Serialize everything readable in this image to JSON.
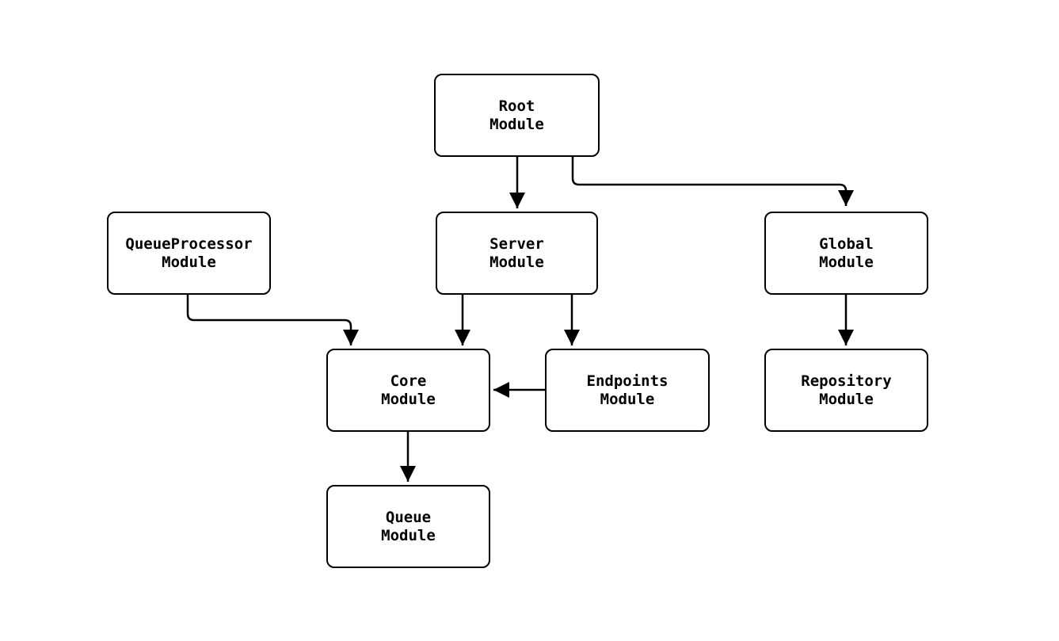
{
  "diagram": {
    "type": "flowchart",
    "background_color": "#ffffff",
    "node_fill_color": "#ffffff",
    "stroke_color": "#000000",
    "nodes": {
      "root": {
        "label": "Root\nModule"
      },
      "queue_processor": {
        "label": "QueueProcessor\nModule"
      },
      "server": {
        "label": "Server\nModule"
      },
      "global": {
        "label": "Global\nModule"
      },
      "core": {
        "label": "Core\nModule"
      },
      "endpoints": {
        "label": "Endpoints\nModule"
      },
      "repository": {
        "label": "Repository\nModule"
      },
      "queue": {
        "label": "Queue\nModule"
      }
    },
    "edges": [
      {
        "from": "Root Module",
        "to": "Server Module"
      },
      {
        "from": "Root Module",
        "to": "Global Module"
      },
      {
        "from": "QueueProcessor Module",
        "to": "Core Module"
      },
      {
        "from": "Server Module",
        "to": "Core Module"
      },
      {
        "from": "Server Module",
        "to": "Endpoints Module"
      },
      {
        "from": "Endpoints Module",
        "to": "Core Module"
      },
      {
        "from": "Core Module",
        "to": "Queue Module"
      },
      {
        "from": "Global Module",
        "to": "Repository Module"
      }
    ]
  }
}
